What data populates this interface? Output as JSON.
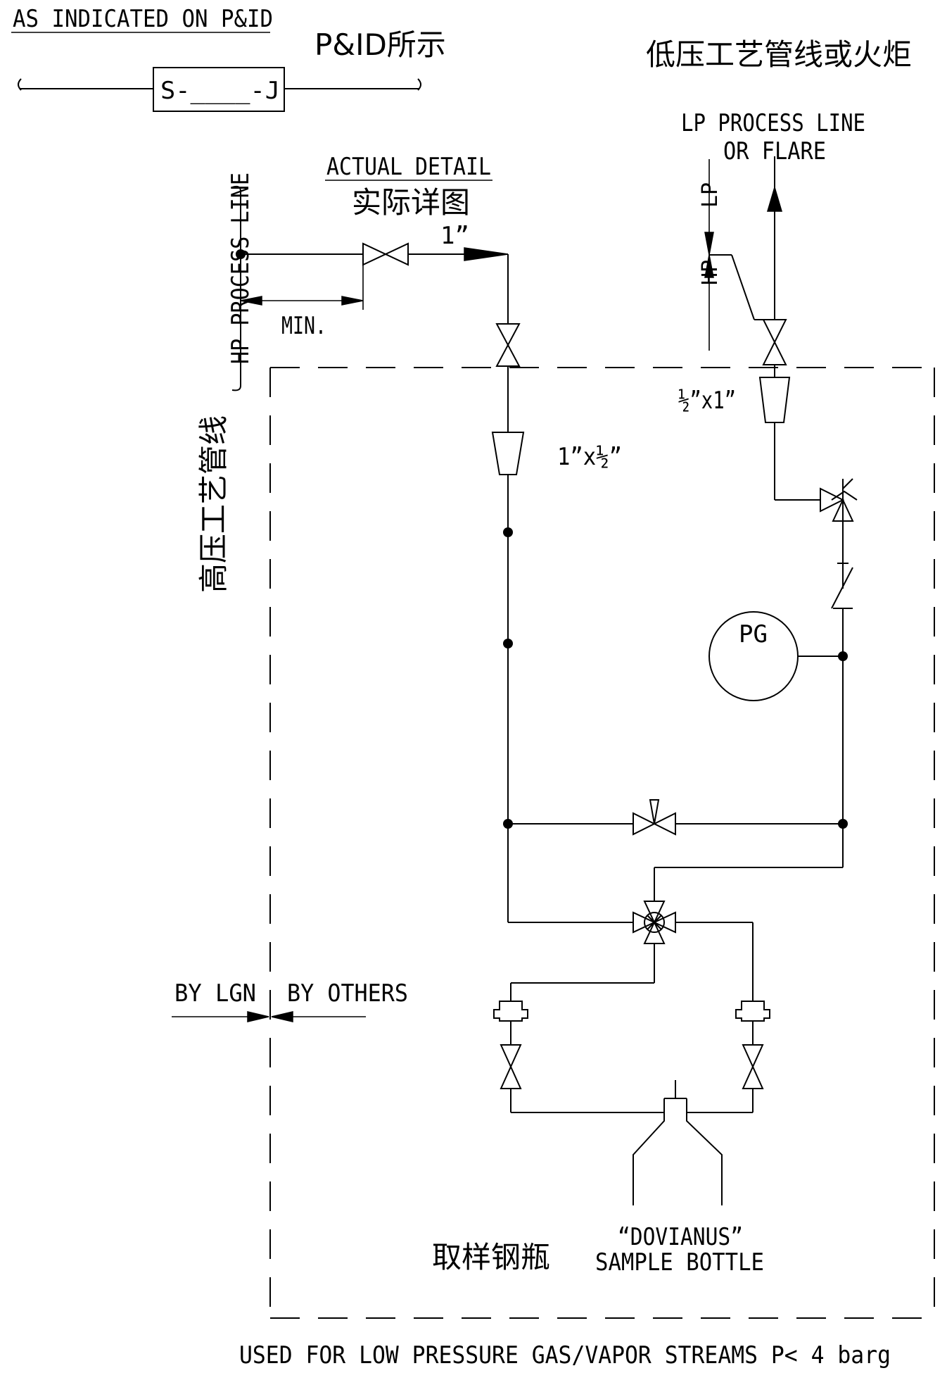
{
  "labels": {
    "pid_note_en": "AS INDICATED ON P&ID",
    "pid_note_cn": "P&ID所示",
    "tag_box": "S-____-J",
    "lp_line_cn": "低压工艺管线或火炬",
    "lp_line_en_1": "LP PROCESS LINE",
    "lp_line_en_2": "OR FLARE",
    "actual_detail_en": "ACTUAL DETAIL",
    "actual_detail_cn": "实际详图",
    "pipe_size_1in": "1”",
    "hp_process_line": "HP PROCESS LINE",
    "hp_line_cn": "高压工艺管线",
    "min": "MIN.",
    "lp": "LP",
    "hp": "HP",
    "reducer_half_by_one": "½”x1”",
    "reducer_one_by_half": "1”x½”",
    "pressure_gauge": "PG",
    "by_lgn": "BY LGN",
    "by_others": "BY OTHERS",
    "sample_bottle_cn": "取样钢瓶",
    "sample_bottle_en_1": "“DOVIANUS”",
    "sample_bottle_en_2": "SAMPLE BOTTLE",
    "footer_note": "USED FOR LOW PRESSURE GAS/VAPOR STREAMS P< 4 barg"
  }
}
